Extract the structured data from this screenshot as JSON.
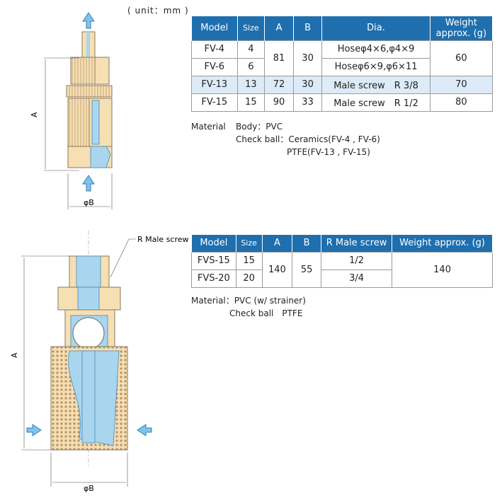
{
  "unit_label": "( unit：mm )",
  "fv": {
    "headers": [
      "Model",
      "Size",
      "A",
      "B",
      "Dia.",
      "Weight approx. (g)"
    ],
    "rows": [
      {
        "model": "FV-4",
        "size": "4",
        "a": "81",
        "b": "30",
        "dia": "Hoseφ4×6,φ4×9",
        "weight": "60"
      },
      {
        "model": "FV-6",
        "size": "6",
        "dia": "Hoseφ6×9,φ6×11"
      },
      {
        "model": "FV-13",
        "size": "13",
        "a": "72",
        "b": "30",
        "dia": "Male screw　R 3/8",
        "weight": "70"
      },
      {
        "model": "FV-15",
        "size": "15",
        "a": "90",
        "b": "33",
        "dia": "Male screw　R 1/2",
        "weight": "80"
      }
    ],
    "material_label": "Material",
    "body_line": "Body：PVC",
    "checkball_line": "Check ball：Ceramics(FV-4 , FV-6)",
    "checkball_line2": "PTFE(FV-13 , FV-15)"
  },
  "fvs": {
    "headers": [
      "Model",
      "Size",
      "A",
      "B",
      "R Male screw",
      "Weight approx. (g)"
    ],
    "rows": [
      {
        "model": "FVS-15",
        "size": "15",
        "a": "140",
        "b": "55",
        "screw": "1/2",
        "weight": "140"
      },
      {
        "model": "FVS-20",
        "size": "20",
        "screw": "3/4"
      }
    ],
    "material_line": "Material：PVC (w/ strainer)",
    "checkball_line": "Check ball　PTFE"
  },
  "drawing_top": {
    "dim_a": "A",
    "dim_b": "φB"
  },
  "drawing_bottom": {
    "callout": "R Male screw",
    "dim_a": "A",
    "dim_b": "φB"
  },
  "colors": {
    "header_blue": "#1f6fae",
    "row_shade": "#dcebf7",
    "body_beige": "#f6dfb3",
    "fluid_blue": "#a9d6ee",
    "arrow_blue": "#7ec4ea"
  }
}
